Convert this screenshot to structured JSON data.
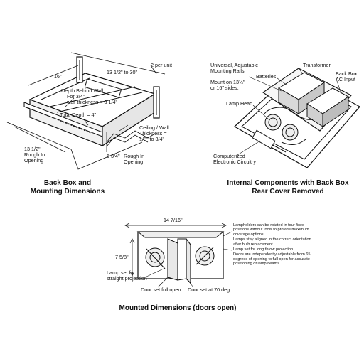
{
  "back_box": {
    "caption_line1": "Back Box and",
    "caption_line2": "Mounting Dimensions",
    "labels": {
      "two_per_unit": "2 per unit",
      "width_16": "16\"",
      "span": "13 1/2\" to 30\"",
      "depth_l1": "Depth Behind Wall",
      "depth_l2": "For 3/4\"",
      "depth_l3": "wall thickness  = 3 1/4\"",
      "total_depth": "Total Depth = 4\"",
      "ceiling_l1": "Ceiling / Wall",
      "ceiling_l2": "Thickness =",
      "ceiling_l3": "1/8\" to 3/4\"",
      "rough_left_l1": "13 1/2\"",
      "rough_left_l2": "Rough In",
      "rough_left_l3": "Opening",
      "rough_right_l1": "6 3/4\"",
      "rough_right_l2": "Rough In",
      "rough_right_l3": "Opening"
    }
  },
  "internal": {
    "caption_line1": "Internal Components with Back Box",
    "caption_line2": "Rear Cover Removed",
    "labels": {
      "rails_l1": "Universal, Adjustable",
      "rails_l2": "Mounting Rails",
      "transformer": "Transformer",
      "batteries": "Batteries",
      "backbox_l1": "Back Box",
      "backbox_l2": "AC Input",
      "mount_l1": "Mount on 13½\"",
      "mount_l2": "or 16\" sides.",
      "lamp_head": "Lamp Head",
      "circuitry_l1": "Computerized",
      "circuitry_l2": "Electronic Circuitry"
    }
  },
  "mounted": {
    "caption": "Mounted Dimensions (doors open)",
    "labels": {
      "width": "14 7/16\"",
      "height": "7 5/8\"",
      "lamp_straight_l1": "Lamp set for",
      "lamp_straight_l2": "straight projection",
      "door_full": "Door set full open",
      "door_70": "Door set at 70 deg"
    },
    "notes": [
      "Lampholders can be rotated in four fixed positions without tools to provide maximum coverage options.",
      "Lamps stay aligned in the correct orientation after bulb replacement.",
      "Lamp set for long throw projection.",
      "Doors are independently adjustable from 65 degrees of opening to full open for accurate positioning of lamp beams."
    ]
  }
}
